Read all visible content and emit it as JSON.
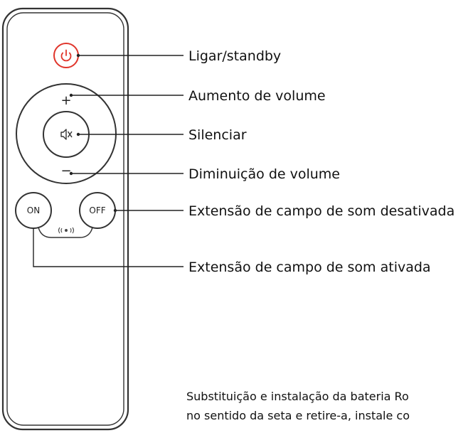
{
  "buttons": {
    "power_icon": "power-icon",
    "plus": "+",
    "mute_icon": "mute-icon",
    "minus": "−",
    "on": "ON",
    "off": "OFF"
  },
  "labels": {
    "power": "Ligar/standby",
    "volume_up": "Aumento de volume",
    "mute": "Silenciar",
    "volume_down": "Diminuição de volume",
    "field_off": "Extensão de campo de som desativada",
    "field_on": "Extensão de campo de som ativada"
  },
  "battery_note": {
    "line1": "Substituição e instalação da bateria Ro",
    "line2": "no sentido da seta e retire-a, instale co"
  },
  "colors": {
    "power_accent": "#e0352b",
    "stroke": "#333333"
  }
}
